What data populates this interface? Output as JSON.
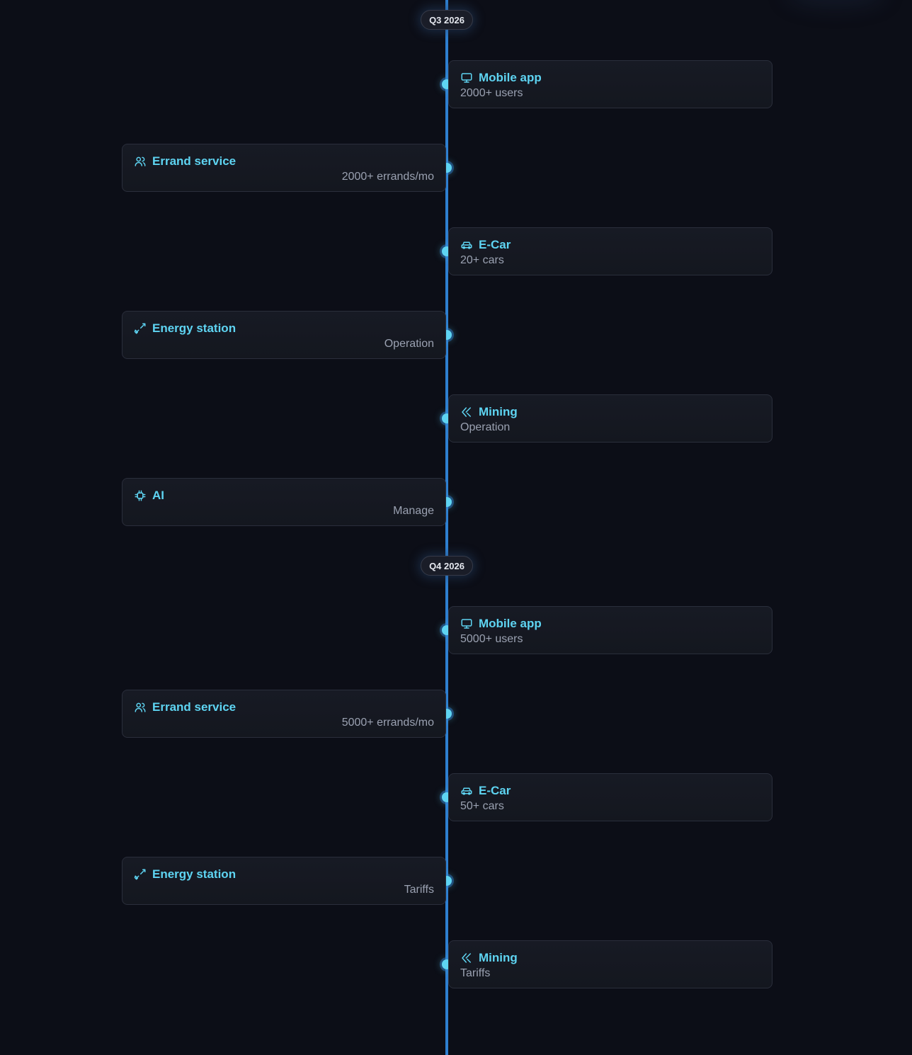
{
  "icons": {
    "monitor": "monitor-icon",
    "users": "users-icon",
    "car": "car-icon",
    "charger": "charger-icon",
    "mining": "mining-icon",
    "chip": "chip-icon"
  },
  "colors": {
    "background": "#0c0e17",
    "timeline": "#2e7fd0",
    "accent": "#5ed4f2",
    "subtext": "#9aa1b1"
  },
  "quarters": [
    {
      "label": "Q3 2026",
      "items": [
        {
          "title": "Mobile app",
          "subtitle": "2000+ users",
          "icon": "monitor-icon"
        },
        {
          "title": "Errand service",
          "subtitle": "2000+ errands/mo",
          "icon": "users-icon"
        },
        {
          "title": "E-Car",
          "subtitle": "20+ cars",
          "icon": "car-icon"
        },
        {
          "title": "Energy station",
          "subtitle": "Operation",
          "icon": "charger-icon"
        },
        {
          "title": "Mining",
          "subtitle": "Operation",
          "icon": "mining-icon"
        },
        {
          "title": "AI",
          "subtitle": "Manage",
          "icon": "chip-icon"
        }
      ]
    },
    {
      "label": "Q4 2026",
      "items": [
        {
          "title": "Mobile app",
          "subtitle": "5000+ users",
          "icon": "monitor-icon"
        },
        {
          "title": "Errand service",
          "subtitle": "5000+ errands/mo",
          "icon": "users-icon"
        },
        {
          "title": "E-Car",
          "subtitle": "50+ cars",
          "icon": "car-icon"
        },
        {
          "title": "Energy station",
          "subtitle": "Tariffs",
          "icon": "charger-icon"
        },
        {
          "title": "Mining",
          "subtitle": "Tariffs",
          "icon": "mining-icon"
        }
      ]
    }
  ]
}
